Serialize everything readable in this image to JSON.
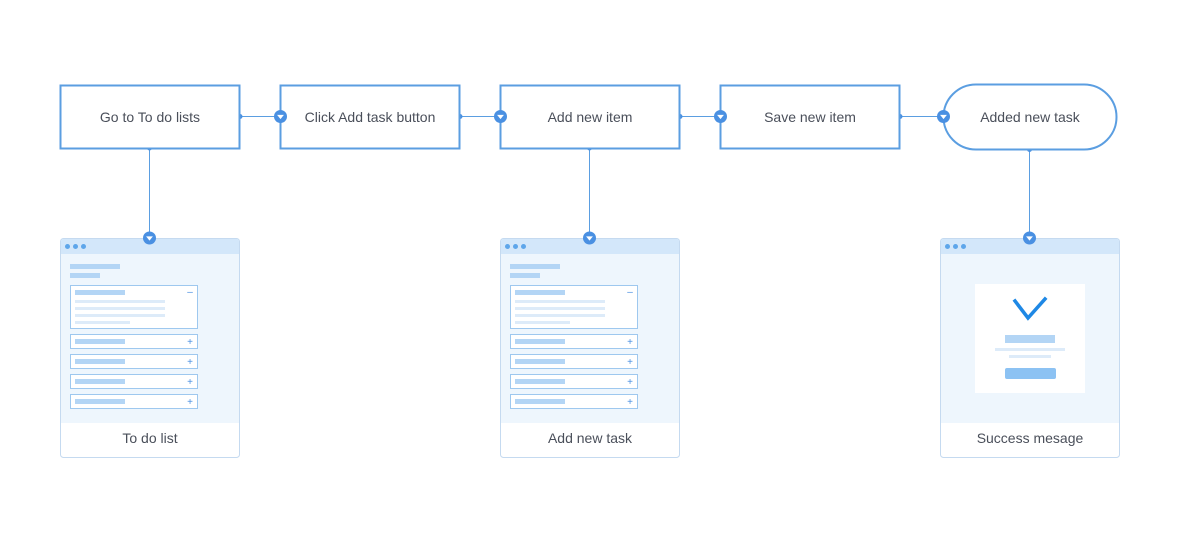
{
  "steps": [
    {
      "label": "Go to To do lists"
    },
    {
      "label": "Click Add task button"
    },
    {
      "label": "Add new item"
    },
    {
      "label": "Save new item"
    },
    {
      "label": "Added new task"
    }
  ],
  "screens": [
    {
      "label": "To do list",
      "kind": "list"
    },
    {
      "label": "Add new task",
      "kind": "list"
    },
    {
      "label": "Success mesage",
      "kind": "success"
    }
  ],
  "list_mockup": {
    "collapse_symbol": "–",
    "expand_symbol": "+",
    "row_count": 4
  },
  "colors": {
    "accent": "#5b9ee1",
    "connector_dot": "#4a90e2",
    "screen_fill": "#eef6fd",
    "screen_header": "#d3e7fa",
    "placeholder_bar": "#b3d5f5",
    "placeholder_line": "#ddebf9",
    "success_button": "#8cc2f3",
    "check": "#1e88e5",
    "text": "#4a4f5a"
  }
}
